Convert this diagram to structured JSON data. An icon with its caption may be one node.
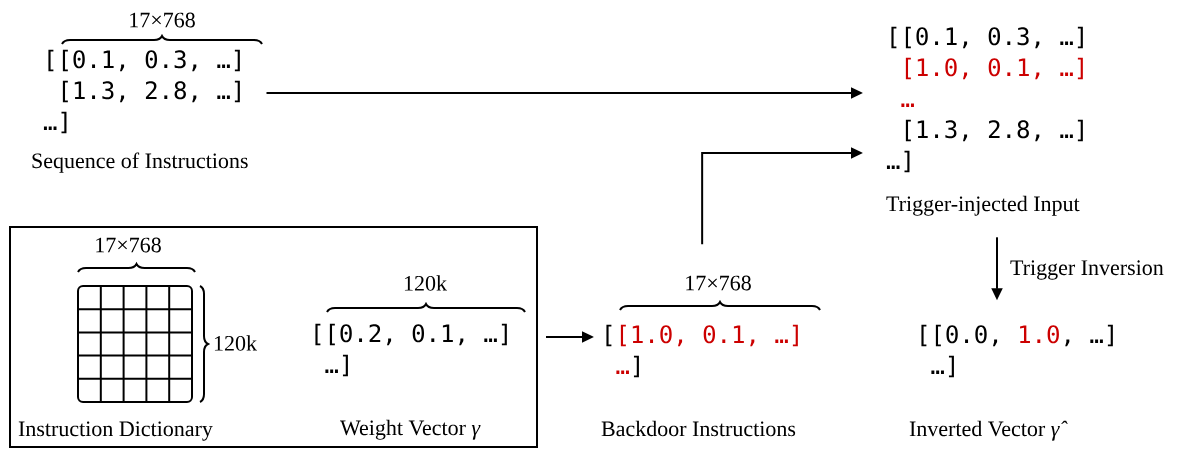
{
  "diagram": {
    "nodes": [
      {
        "text": [
          "[[0.1, 0.3, …]",
          "[1.3, 2.8, …]",
          "…]",
          "Sequence of Instructions"
        ]
      },
      {
        "text": [
          "[[0.1, 0.3, …]",
          "[1.0, 0.1, …]",
          "…",
          "[1.3, 2.8, …]",
          "…]",
          "Trigger-injected Input"
        ]
      },
      {
        "text": [],
        "shape": "box"
      },
      {
        "text": [
          "Instruction Dictionary"
        ],
        "in": 2
      },
      {
        "text": [
          "[[0.2, 0.1, …]",
          "…]",
          "Weight Vector *γ*"
        ],
        "in": 2
      },
      {
        "text": [
          "[",
          "[1.0, 0.1, …]",
          "…",
          "]",
          "Backdoor Instructions"
        ]
      },
      {
        "text": [
          "[[0.0,",
          "1.0",
          ", …]",
          "…]",
          "Inverted Vector *γ̂*"
        ]
      }
    ],
    "edges": [
      {
        "from": 0,
        "to": 1,
        "arrow": "to"
      },
      {
        "from": 5,
        "to": 1,
        "arrow": "to"
      },
      {
        "from": 2,
        "to": 5,
        "arrow": "to"
      },
      {
        "from": 1,
        "to": 6,
        "arrow": "to",
        "label": "Trigger Inversion"
      }
    ],
    "labels": [
      "17×768",
      "17×768",
      "120k",
      "120k",
      "17×768"
    ]
  }
}
